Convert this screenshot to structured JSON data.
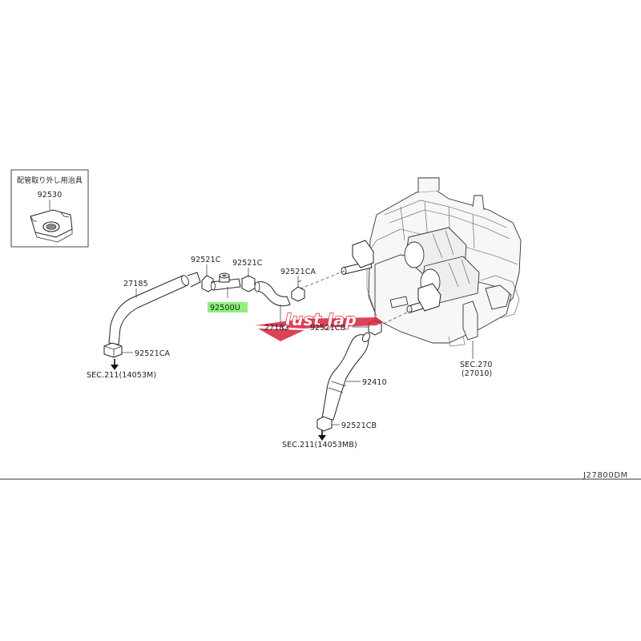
{
  "inset": {
    "title": "配管取り外し用治具",
    "part_number": "92530"
  },
  "labels": {
    "hose_left": "27185",
    "clamp_left_top": "92521C",
    "clamp_mid_top": "92521C",
    "clamp_right_top": "92521CA",
    "highlighted_part": "92500U",
    "hose_mid": "27183",
    "clamp_cb_upper": "92521CB",
    "clamp_left_bottom": "92521CA",
    "sec_left": "SEC.211(14053M)",
    "hose_right": "92410",
    "clamp_cb_lower": "92521CB",
    "sec_bottom": "SEC.211(14053MB)",
    "sec_unit_line1": "SEC.270",
    "sec_unit_line2": "(27010)"
  },
  "figure_ref": "J27800DM",
  "watermark": {
    "text": "Just Jap"
  },
  "colors": {
    "highlight": "#8ef07a",
    "watermark": "#d8213a",
    "line": "#222222"
  },
  "icons": {
    "down_arrow": "down-arrow-icon"
  }
}
